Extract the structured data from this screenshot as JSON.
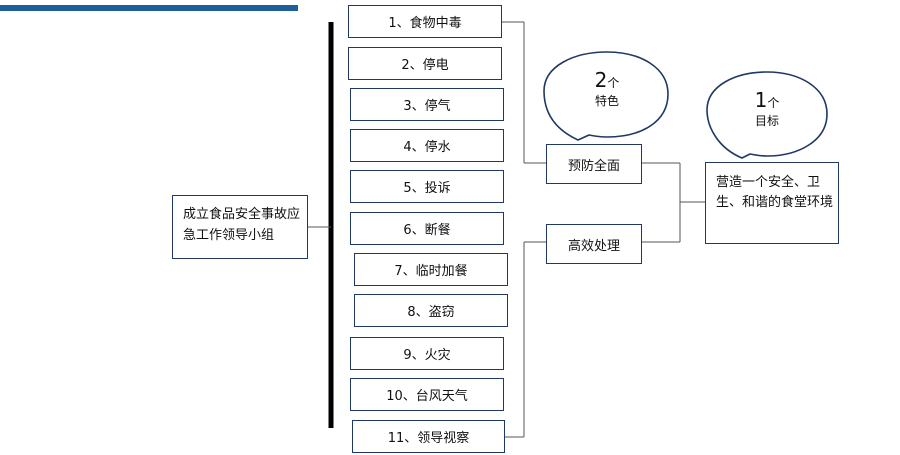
{
  "group": "成立食品安全事故应急工作领导小组",
  "items": [
    "1、食物中毒",
    "2、停电",
    "3、停气",
    "4、停水",
    "5、投诉",
    "6、断餐",
    "7、临时加餐",
    "8、盗窃",
    "9、火灾",
    "10、台风天气",
    "11、领导视察"
  ],
  "features": [
    "预防全面",
    "高效处理"
  ],
  "bubble_features": {
    "count": "2",
    "unit": "个",
    "label": "特色"
  },
  "bubble_goal": {
    "count": "1",
    "unit": "个",
    "label": "目标"
  },
  "goal": "营造一个安全、卫生、和谐的食堂环境"
}
